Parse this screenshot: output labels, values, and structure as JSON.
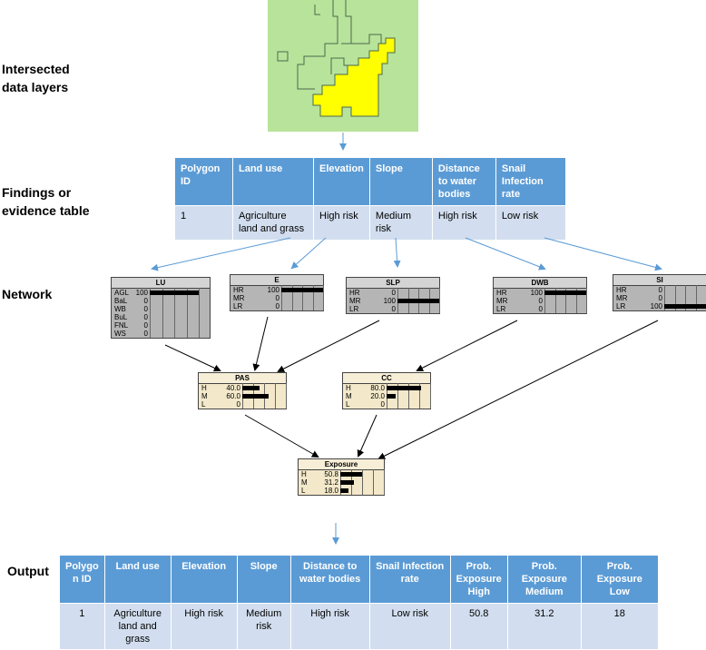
{
  "labels": {
    "intersected": [
      "Intersected",
      "data layers"
    ],
    "findings": [
      "Findings or",
      "evidence table"
    ],
    "network": "Network",
    "output": "Output"
  },
  "evidence_table": {
    "headers": [
      "Polygon ID",
      "Land use",
      "Elevation",
      "Slope",
      "Distance to water bodies",
      "Snail Infection rate"
    ],
    "row": [
      "1",
      "Agriculture land and grass",
      "High risk",
      "Medium risk",
      "High risk",
      "Low risk"
    ]
  },
  "nodes": {
    "LU": {
      "title": "LU",
      "states": [
        "AGL",
        "BaL",
        "WB",
        "BuL",
        "FNL",
        "WS"
      ],
      "values": [
        "100",
        "0",
        "0",
        "0",
        "0",
        "0"
      ],
      "probs": [
        100,
        0,
        0,
        0,
        0,
        0
      ]
    },
    "E": {
      "title": "E",
      "states": [
        "HR",
        "MR",
        "LR"
      ],
      "values": [
        "100",
        "0",
        "0"
      ],
      "probs": [
        100,
        0,
        0
      ]
    },
    "SLP": {
      "title": "SLP",
      "states": [
        "HR",
        "MR",
        "LR"
      ],
      "values": [
        "0",
        "100",
        "0"
      ],
      "probs": [
        0,
        100,
        0
      ]
    },
    "DWB": {
      "title": "DWB",
      "states": [
        "HR",
        "MR",
        "LR"
      ],
      "values": [
        "100",
        "0",
        "0"
      ],
      "probs": [
        100,
        0,
        0
      ]
    },
    "SI": {
      "title": "SI",
      "states": [
        "HR",
        "MR",
        "LR"
      ],
      "values": [
        "0",
        "0",
        "100"
      ],
      "probs": [
        0,
        0,
        100
      ]
    },
    "PAS": {
      "title": "PAS",
      "states": [
        "H",
        "M",
        "L"
      ],
      "values": [
        "40.0",
        "60.0",
        "0"
      ],
      "probs": [
        40,
        60,
        0
      ]
    },
    "CC": {
      "title": "CC",
      "states": [
        "H",
        "M",
        "L"
      ],
      "values": [
        "80.0",
        "20.0",
        "0"
      ],
      "probs": [
        80,
        20,
        0
      ]
    },
    "Exposure": {
      "title": "Exposure",
      "states": [
        "H",
        "M",
        "L"
      ],
      "values": [
        "50.8",
        "31.2",
        "18.0"
      ],
      "probs": [
        50.8,
        31.2,
        18.0
      ]
    }
  },
  "output_table": {
    "headers": [
      "Polygo n ID",
      "Land use",
      "Elevation",
      "Slope",
      "Distance to water bodies",
      "Snail Infection rate",
      "Prob. Exposure High",
      "Prob. Exposure Medium",
      "Prob. Exposure Low"
    ],
    "row": [
      "1",
      "Agriculture land and grass",
      "High risk",
      "Medium risk",
      "High risk",
      "Low risk",
      "50.8",
      "31.2",
      "18"
    ]
  },
  "colors": {
    "header_blue": "#5b9bd5",
    "cell_blue": "#d2deef",
    "map_green": "#b8e39a",
    "polygon_yellow": "#ffff00",
    "arrow_blue": "#5b9bd5"
  }
}
